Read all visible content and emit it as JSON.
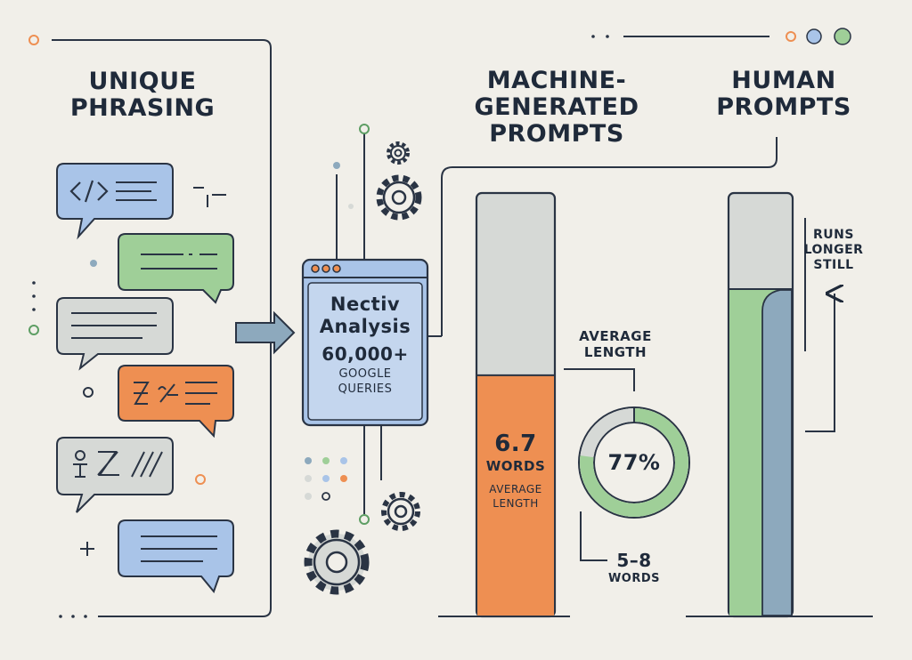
{
  "titles": {
    "unique_phrasing": [
      "UNIQUE",
      "PHRASING"
    ],
    "machine_generated": [
      "MACHINE-",
      "GENERATED",
      "PROMPTS"
    ],
    "human_prompts": [
      "HUMAN",
      "PROMPTS"
    ]
  },
  "analysis_window": {
    "title_line1": "Nectiv",
    "title_line2": "Analysis",
    "count": "60,000+",
    "sub_line1": "GOOGLE",
    "sub_line2": "QUERIES"
  },
  "machine_bar": {
    "value": "6.7",
    "unit": "WORDS",
    "caption_line1": "AVERAGE",
    "caption_line2": "LENGTH",
    "fill_fraction": 0.57
  },
  "donut": {
    "label_line1": "AVERAGE",
    "label_line2": "LENGTH",
    "percent_text": "77%",
    "percent_value": 77,
    "range": "5–8",
    "range_unit": "WORDS"
  },
  "human_bar": {
    "note_line1": "RUNS",
    "note_line2": "LONGER",
    "note_line3": "STILL"
  },
  "colors": {
    "background": "#f1efe9",
    "ink": "#1f2a3a",
    "blue": "#a9c4e8",
    "green": "#9fcf98",
    "orange": "#ee8f52",
    "gray": "#d6d9d6",
    "slate": "#8da9bd"
  }
}
